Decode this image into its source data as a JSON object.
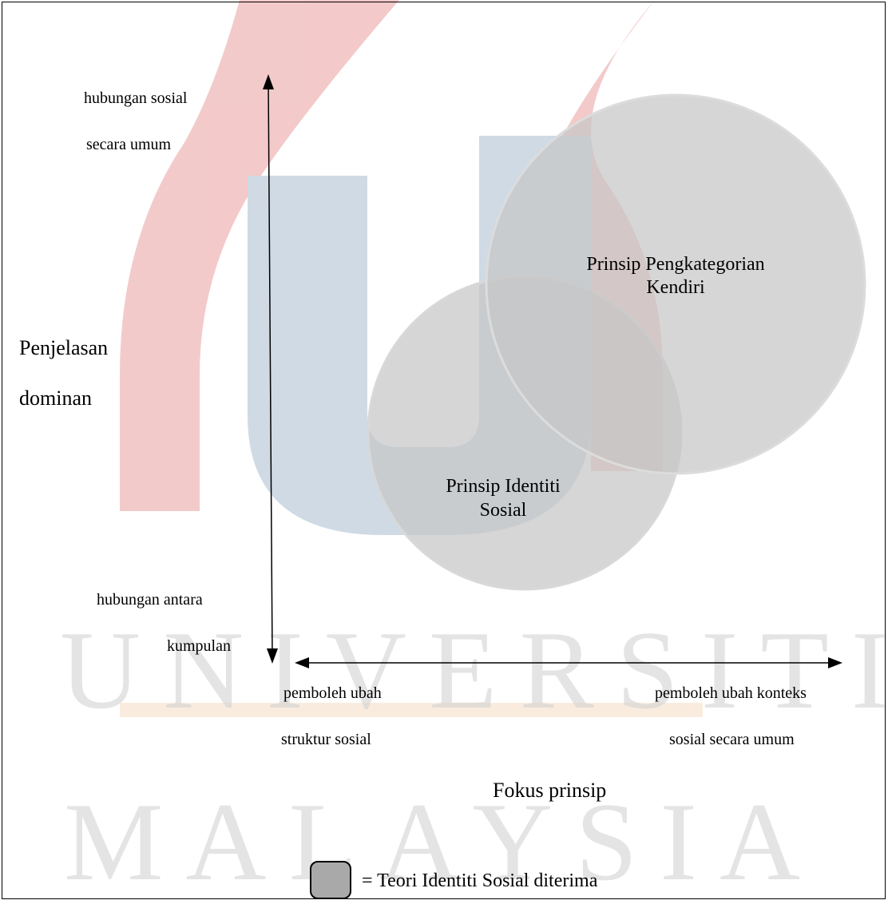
{
  "diagram": {
    "y_axis": {
      "title_line1": "Penjelasan",
      "title_line2": "dominan",
      "top_line1": "hubungan sosial",
      "top_line2": "secara umum",
      "bottom_line1": "hubungan antara",
      "bottom_line2": "kumpulan"
    },
    "x_axis": {
      "title": "Fokus prinsip",
      "left_line1": "pemboleh ubah",
      "left_line2": "struktur sosial",
      "right_line1": "pemboleh ubah konteks",
      "right_line2": "sosial secara umum"
    },
    "circles": {
      "social_identity_line1": "Prinsip Identiti",
      "social_identity_line2": "Sosial",
      "self_categorization_line1": "Prinsip Pengkategorian",
      "self_categorization_line2": "Kendiri"
    },
    "legend": {
      "text": "= Teori Identiti Sosial diterima"
    }
  },
  "watermark": {
    "line1": "UNIVERSITI",
    "line2": "MALAYSIA"
  },
  "colors": {
    "circle_fill": "#c9c9c9",
    "logo_red": "#e9a5a5",
    "logo_blue": "#9fb6cc",
    "logo_yellow": "#f6dcc0"
  }
}
